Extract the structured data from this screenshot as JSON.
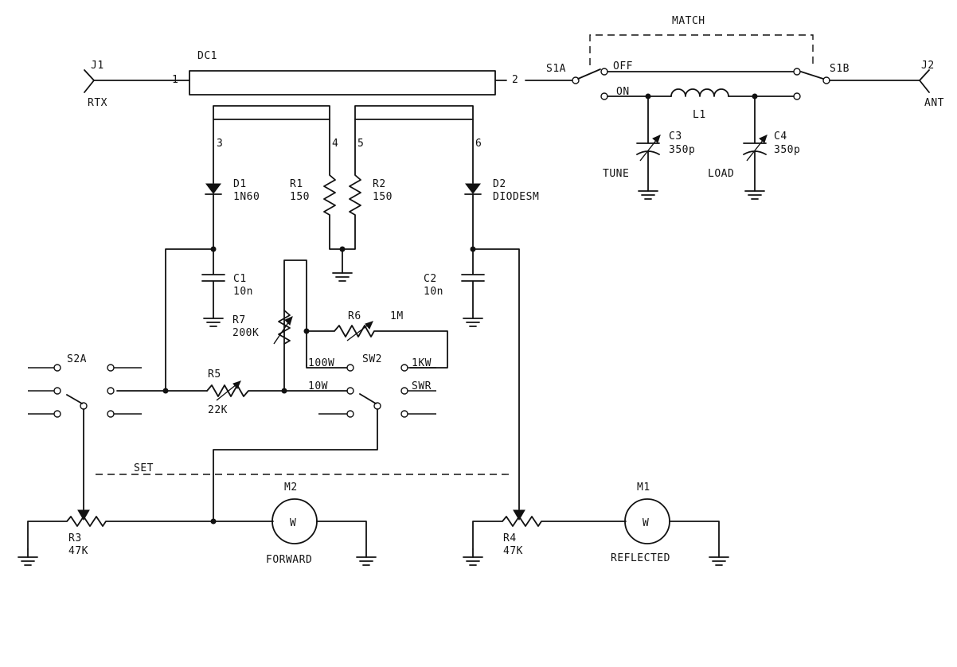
{
  "connectors": {
    "j1": {
      "ref": "J1",
      "label": "RTX"
    },
    "j2": {
      "ref": "J2",
      "label": "ANT"
    }
  },
  "coupler": {
    "ref": "DC1",
    "pins": {
      "p1": "1",
      "p2": "2",
      "p3": "3",
      "p4": "4",
      "p5": "5",
      "p6": "6"
    }
  },
  "match": {
    "title": "MATCH",
    "s1a": "S1A",
    "s1b": "S1B",
    "off_label": "OFF",
    "on_label": "ON",
    "l1": "L1",
    "c3": {
      "ref": "C3",
      "value": "350p",
      "label": "TUNE"
    },
    "c4": {
      "ref": "C4",
      "value": "350p",
      "label": "LOAD"
    }
  },
  "components": {
    "d1": {
      "ref": "D1",
      "value": "1N60"
    },
    "d2": {
      "ref": "D2",
      "value": "DIODESM"
    },
    "r1": {
      "ref": "R1",
      "value": "150"
    },
    "r2": {
      "ref": "R2",
      "value": "150"
    },
    "c1": {
      "ref": "C1",
      "value": "10n"
    },
    "c2": {
      "ref": "C2",
      "value": "10n"
    },
    "r7": {
      "ref": "R7",
      "value": "200K"
    },
    "r6": {
      "ref": "R6",
      "value": "1M"
    },
    "r5": {
      "ref": "R5",
      "value": "22K"
    },
    "r3": {
      "ref": "R3",
      "value": "47K"
    },
    "r4": {
      "ref": "R4",
      "value": "47K"
    }
  },
  "switches": {
    "s2a": "S2A",
    "sw2": {
      "ref": "SW2",
      "pos_100w": "100W",
      "pos_10w": "10W",
      "pos_1kw": "1KW",
      "pos_swr": "SWR"
    }
  },
  "set_label": "SET",
  "meters": {
    "m1": {
      "ref": "M1",
      "symbol": "W",
      "label": "REFLECTED"
    },
    "m2": {
      "ref": "M2",
      "symbol": "W",
      "label": "FORWARD"
    }
  }
}
